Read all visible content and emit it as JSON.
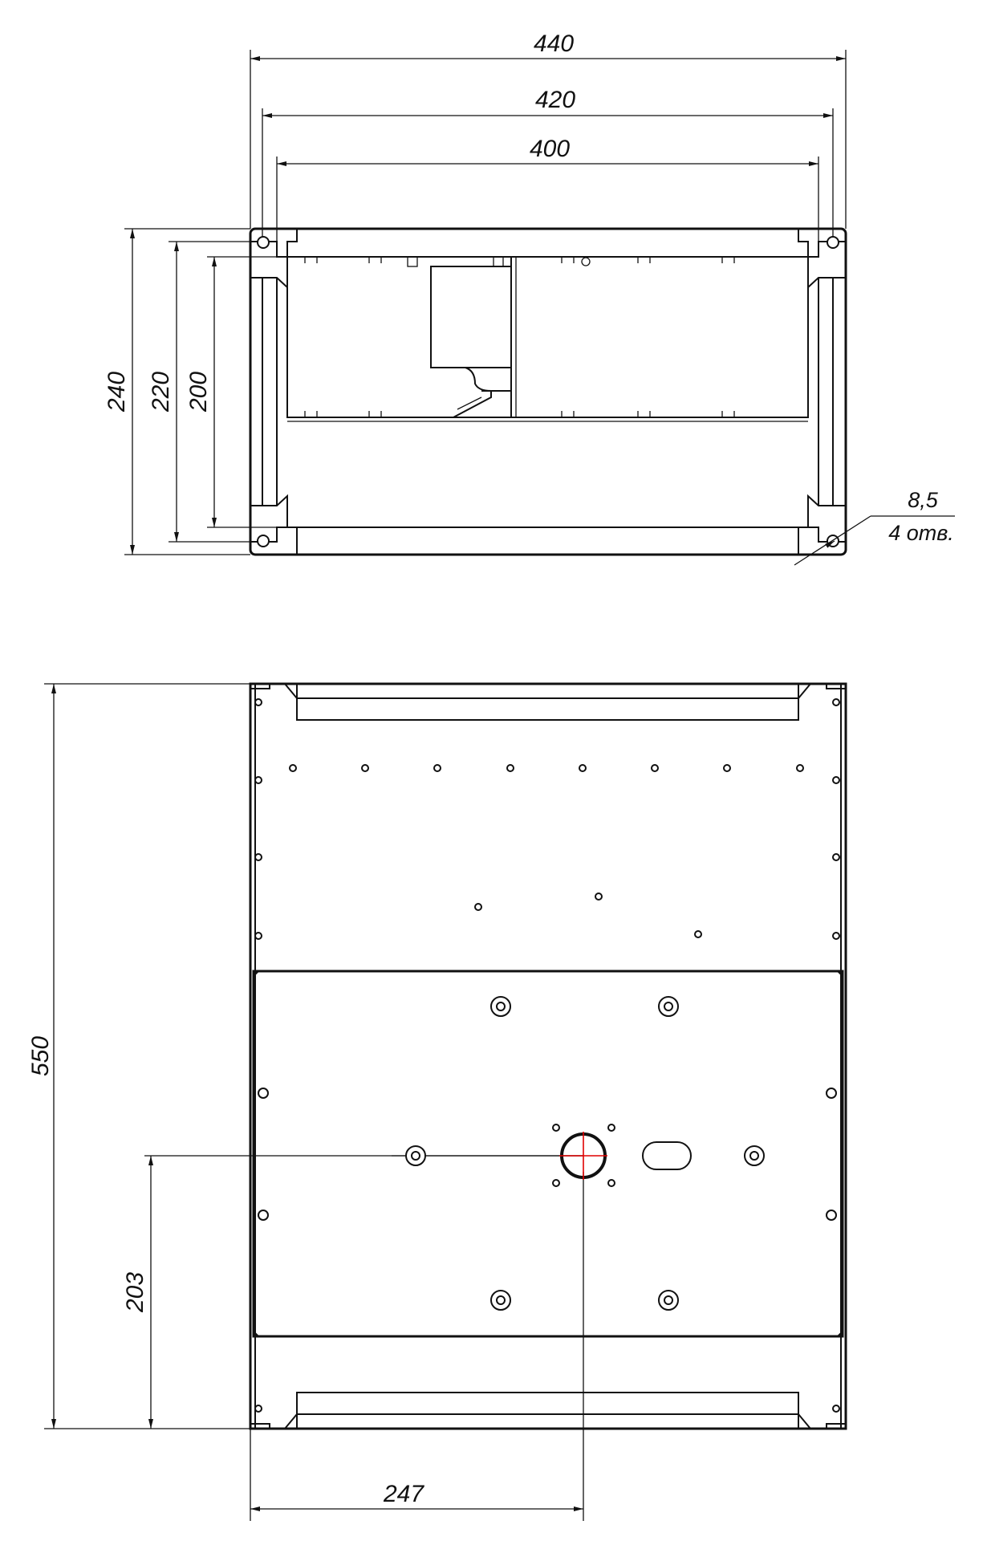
{
  "top_view": {
    "dims": {
      "width_440": "440",
      "width_420": "420",
      "width_400": "400",
      "height_240": "240",
      "height_220": "220",
      "height_200": "200"
    },
    "hole_note": {
      "diameter": "8,5",
      "count": "4 отв."
    }
  },
  "bottom_view": {
    "dims": {
      "height_550": "550",
      "offset_203": "203",
      "offset_247": "247"
    }
  },
  "colors": {
    "line": "#111111",
    "center_mark": "#e00000"
  }
}
